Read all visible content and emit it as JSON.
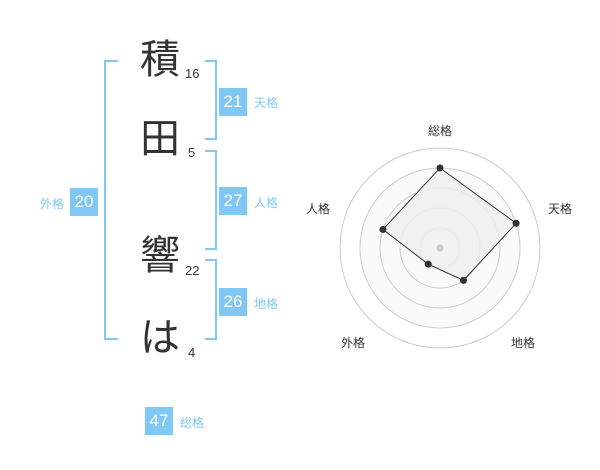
{
  "name_chars": [
    {
      "char": "積",
      "strokes": "16"
    },
    {
      "char": "田",
      "strokes": "5"
    },
    {
      "char": "響",
      "strokes": "22"
    },
    {
      "char": "は",
      "strokes": "4"
    }
  ],
  "ten": {
    "value": "21",
    "label": "天格"
  },
  "jin": {
    "value": "27",
    "label": "人格"
  },
  "chi": {
    "value": "26",
    "label": "地格"
  },
  "gai": {
    "value": "20",
    "label": "外格"
  },
  "sou": {
    "value": "47",
    "label": "総格"
  },
  "accent_color": "#7fc8f5",
  "chart_data": {
    "type": "radar",
    "axes": [
      "総格",
      "天格",
      "地格",
      "外格",
      "人格"
    ],
    "values": [
      4,
      4,
      2,
      1,
      3
    ],
    "r_max": 5,
    "rings": 5,
    "fill_color": "#eeeeee",
    "point_color": "#333333"
  }
}
